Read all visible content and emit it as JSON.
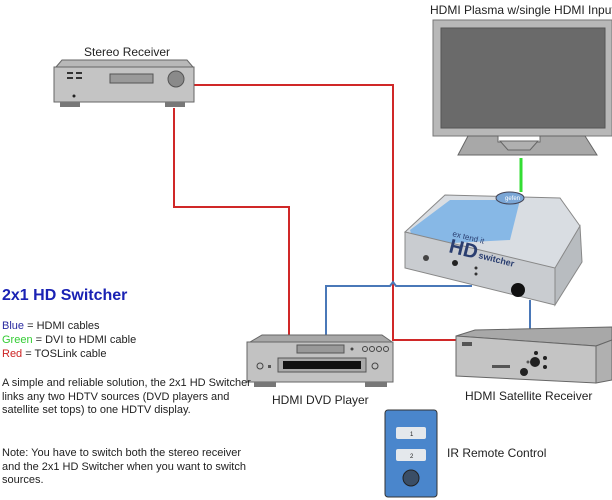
{
  "labels": {
    "stereo_receiver": "Stereo Receiver",
    "plasma": "HDMI Plasma w/single HDMI Input",
    "dvd_player": "HDMI DVD Player",
    "satellite_receiver": "HDMI Satellite Receiver",
    "remote": "IR Remote Control"
  },
  "switcher": {
    "brand": "gefen",
    "tagline": "ex tend it",
    "logo_big": "HD",
    "logo_small": "switcher"
  },
  "remote_buttons": [
    "1",
    "2"
  ],
  "panel": {
    "title": "2x1 HD Switcher",
    "legend": [
      {
        "color_word": "Blue",
        "color": "#2a2aa0",
        "text": " = HDMI cables"
      },
      {
        "color_word": "Green",
        "color": "#33cc33",
        "text": " = DVI to HDMI cable"
      },
      {
        "color_word": "Red",
        "color": "#cc2222",
        "text": " = TOSLink cable"
      }
    ],
    "description": "A simple and reliable solution, the 2x1 HD Switcher links any two HDTV sources (DVD players and satellite set tops) to one HDTV display.",
    "note": "Note: You have to switch both the stereo receiver and the 2x1 HD Switcher when you want to switch sources."
  },
  "cable_colors": {
    "hdmi": "#4a78b8",
    "dvi": "#33dd33",
    "toslink": "#d02828"
  }
}
